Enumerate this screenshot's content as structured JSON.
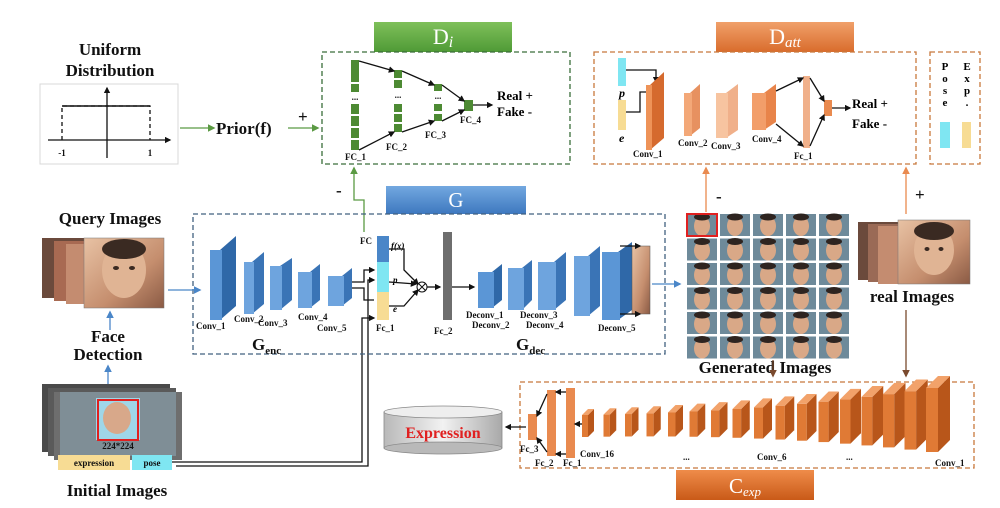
{
  "left": {
    "uniform_title_1": "Uniform",
    "uniform_title_2": "Distribution",
    "tick_neg": "-1",
    "tick_pos": "1",
    "prior": "Prior(f)",
    "prior_plus": "+",
    "query_images": "Query Images",
    "face_detection_1": "Face",
    "face_detection_2": "Detection",
    "initial_images": "Initial Images",
    "crop_size": "224*224",
    "tag_expression": "expression",
    "tag_pose": "pose"
  },
  "d_i": {
    "title": "Di",
    "fc1": "FC_1",
    "fc2": "FC_2",
    "fc3": "FC_3",
    "fc4": "FC_4",
    "real": "Real +",
    "fake": "Fake -",
    "minus": "-"
  },
  "d_att": {
    "title": "Datt",
    "p": "p",
    "e": "e",
    "conv1": "Conv_1",
    "conv2": "Conv_2",
    "conv3": "Conv_3",
    "conv4": "Conv_4",
    "fc1": "Fc_1",
    "real": "Real +",
    "fake": "Fake -",
    "minus": "-",
    "plus": "+",
    "legend_pose": [
      "P",
      "o",
      "s",
      "e"
    ],
    "legend_exp": [
      "E",
      "x",
      "p",
      "."
    ]
  },
  "g": {
    "title": "G",
    "conv1": "Conv_1",
    "conv2": "Conv_2",
    "conv3": "Conv_3",
    "conv4": "Conv_4",
    "conv5": "Conv_5",
    "fc": "FC",
    "fx": "f(x)",
    "p": "p",
    "e": "e",
    "fc1": "Fc_1",
    "fc2": "Fc_2",
    "deconv1": "Deconv_1",
    "deconv2": "Deconv_2",
    "deconv3": "Deconv_3",
    "deconv4": "Deconv_4",
    "deconv5": "Deconv_5",
    "enc": "G",
    "enc_sub": "enc",
    "dec": "G",
    "dec_sub": "dec"
  },
  "right": {
    "generated": "Generated Images",
    "real_images": "real Images"
  },
  "c_exp": {
    "title": "C",
    "title_sub": "exp",
    "expression": "Expression",
    "fc3": "Fc_3",
    "fc2": "Fc_2",
    "fc1": "Fc_1",
    "conv16": "Conv_16",
    "dots1": "...",
    "conv6": "Conv_6",
    "dots2": "...",
    "conv1": "Conv_1"
  },
  "colors": {
    "green": "#5b9a43",
    "dark_green": "#3d7a2e",
    "orange": "#e98a4f",
    "blue": "#4a86c8",
    "brown": "#7a4a2e",
    "cyan": "#7fe6f2",
    "yellow": "#f7dc94",
    "red": "#e02020"
  }
}
